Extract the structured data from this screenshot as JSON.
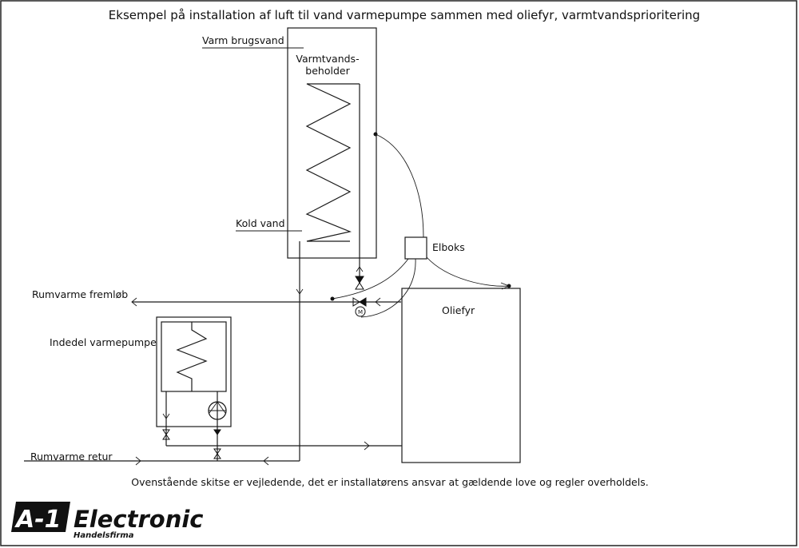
{
  "title": "Eksempel på installation af luft til vand varmepumpe sammen med oliefyr, varmtvandsprioritering",
  "labels": {
    "varm_brugsvand": "Varm brugsvand",
    "tank_line1": "Varmtvands-",
    "tank_line2": "beholder",
    "kold_vand": "Kold vand",
    "elboks": "Elboks",
    "rumvarme_fremlob": "Rumvarme fremløb",
    "oliefyr": "Oliefyr",
    "indedel": "Indedel varmepumpe",
    "rumvarme_retur": "Rumvarme retur",
    "motor": "M"
  },
  "footer": "Ovenstående skitse er vejledende, det er installatørens ansvar at gældende love og regler overholdels.",
  "logo": {
    "mark": "A-1",
    "name": "Electronic",
    "sub": "Handelsfirma",
    "color": "#111111"
  }
}
